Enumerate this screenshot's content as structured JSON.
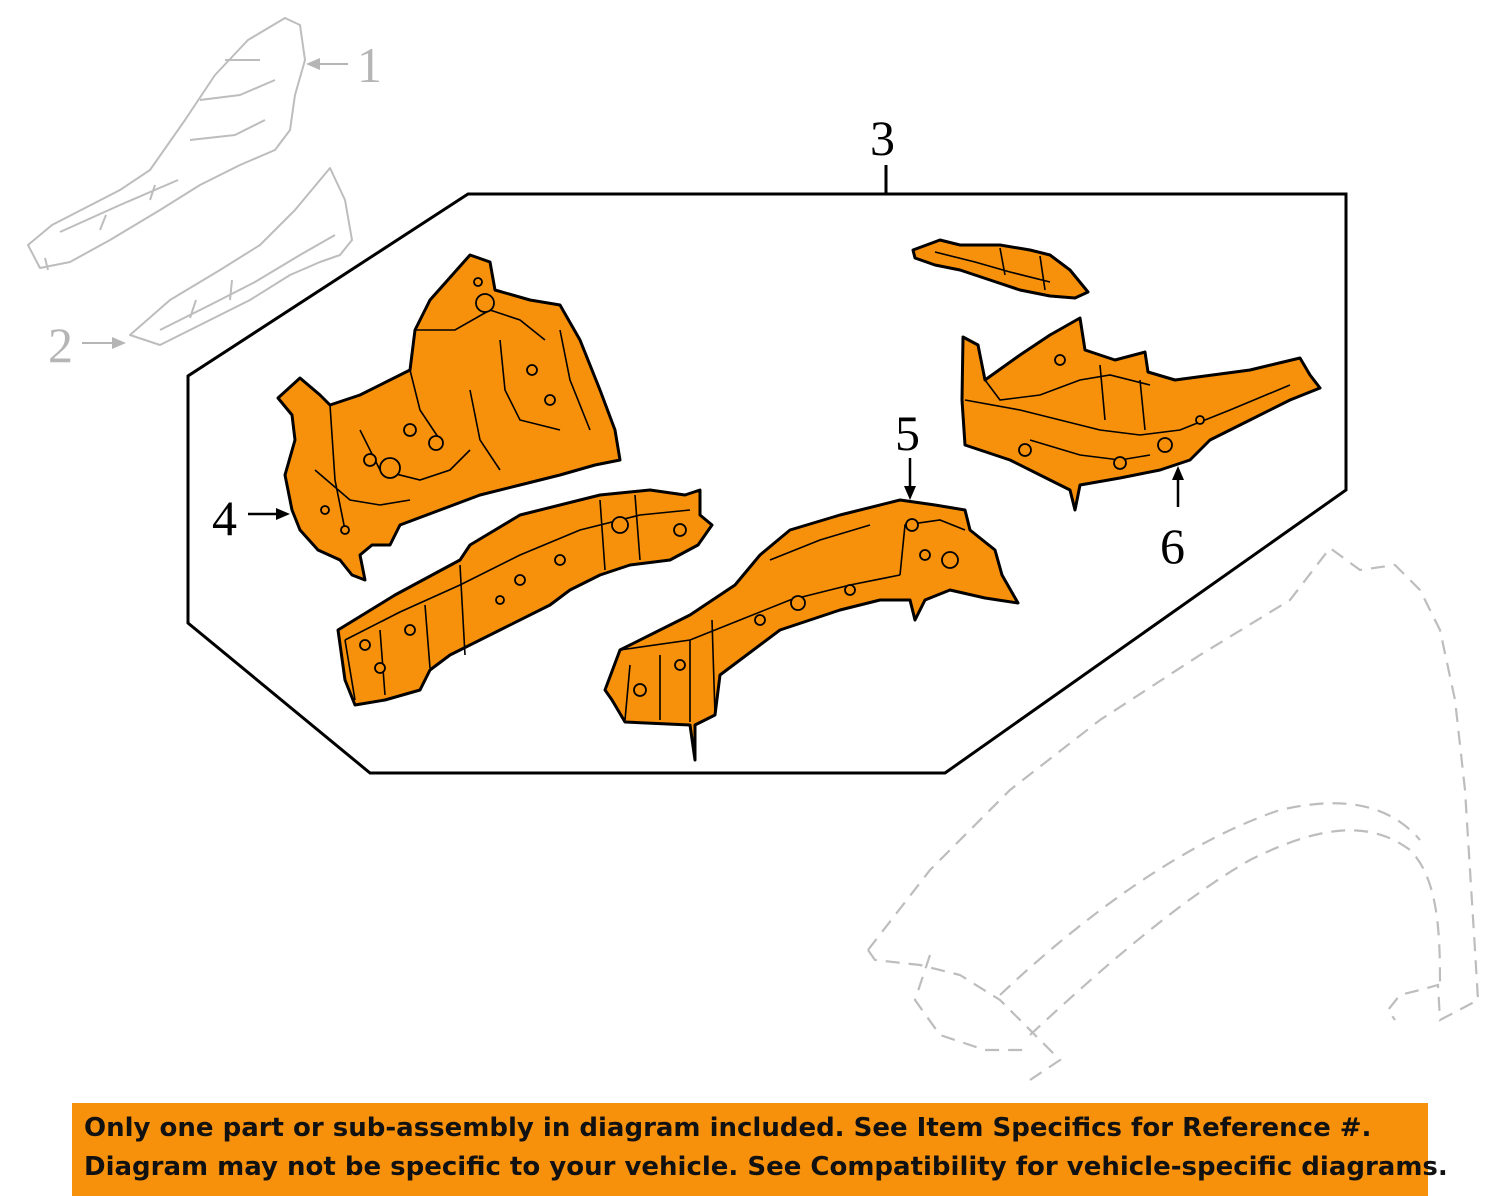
{
  "callouts": {
    "c1": "1",
    "c2": "2",
    "c3": "3",
    "c4": "4",
    "c5": "5",
    "c6": "6"
  },
  "notice": {
    "line1": "Only one part or sub-assembly in diagram included. See Item Specifics for Reference #.",
    "line2": "Diagram may not be specific to your vehicle. See Compatibility for vehicle-specific diagrams."
  },
  "colors": {
    "part_fill": "#f7910c",
    "banner": "#f7910c",
    "ghost": "#bdbdbd"
  }
}
